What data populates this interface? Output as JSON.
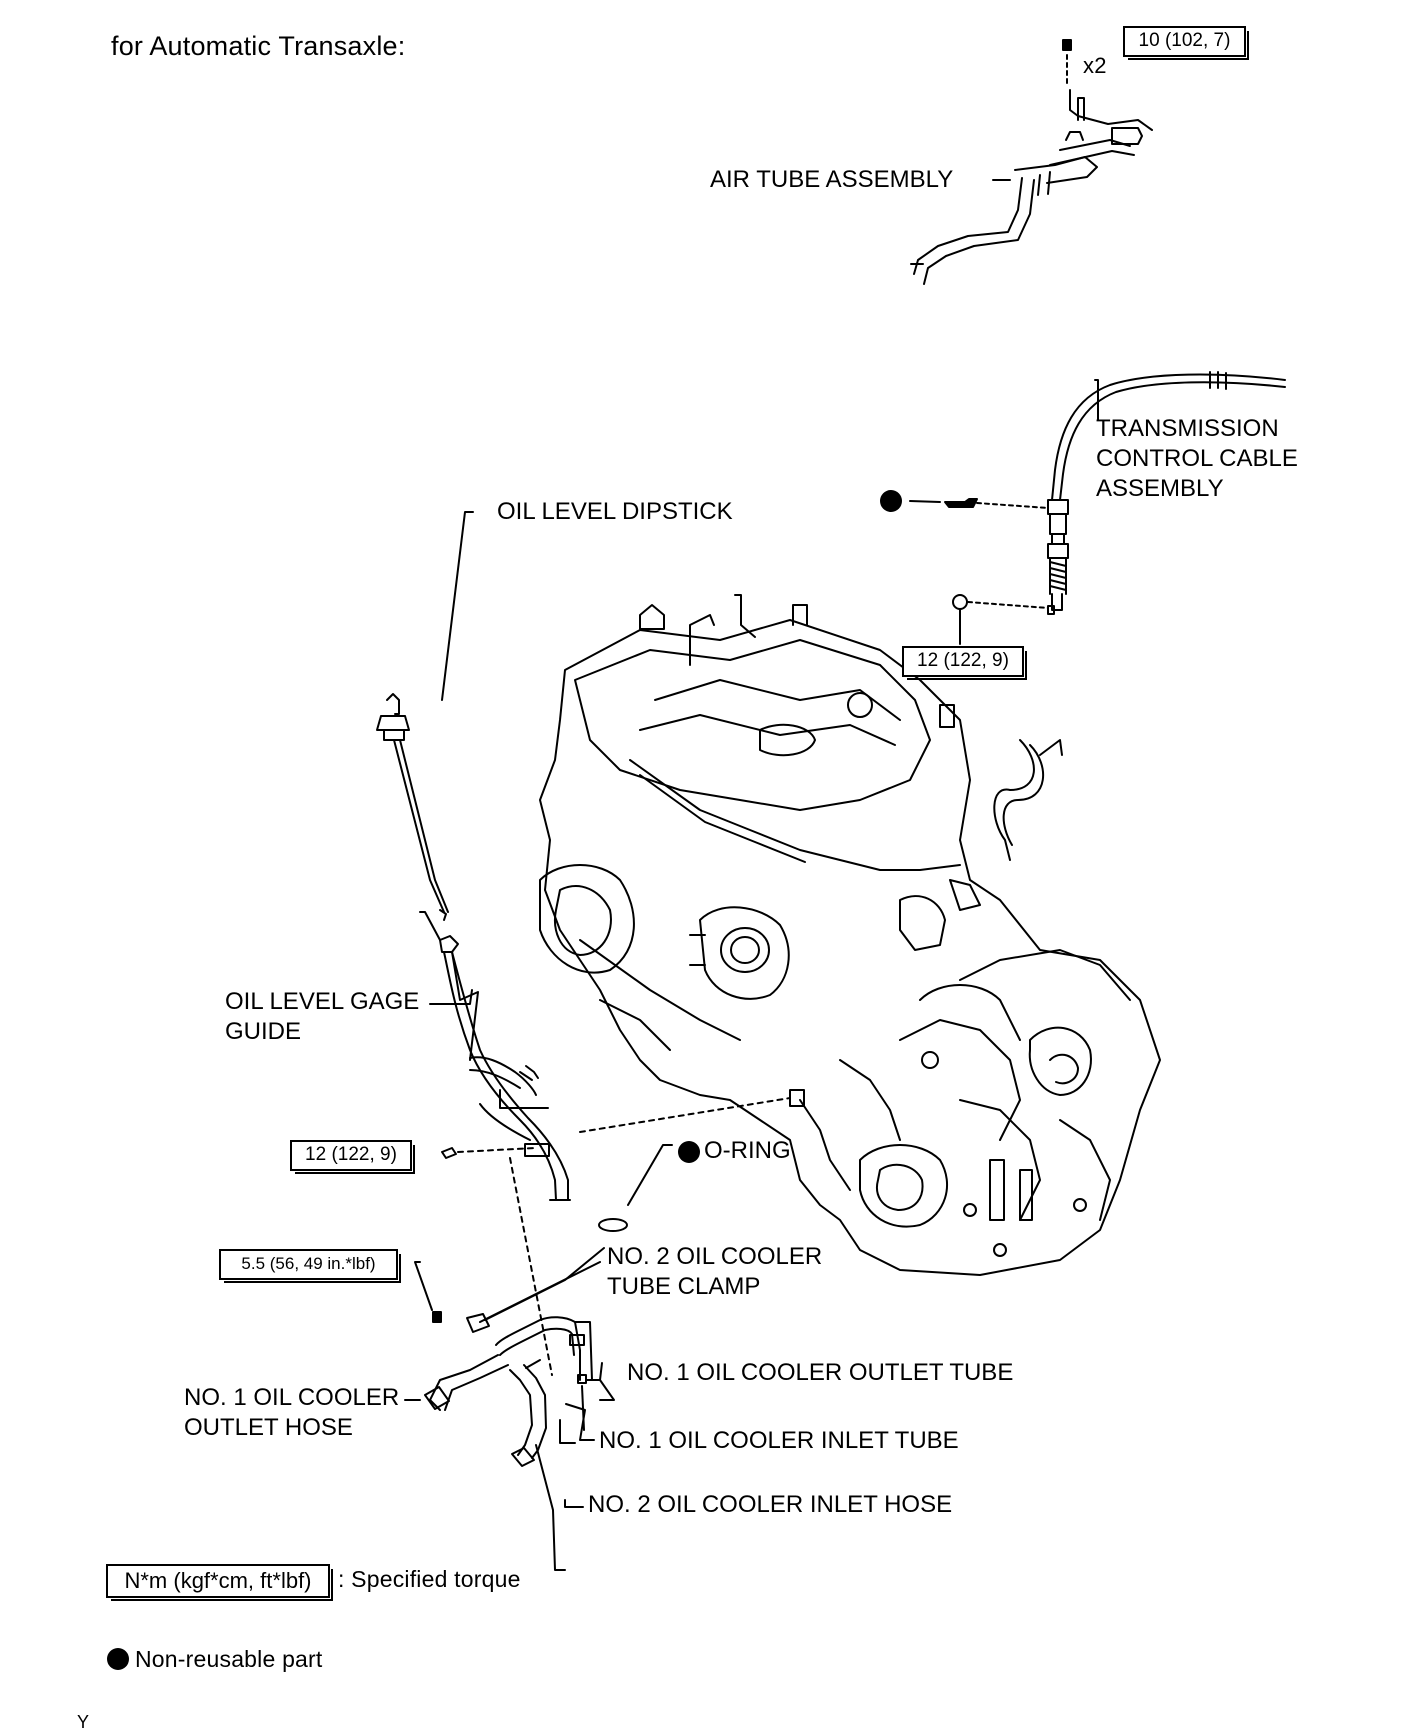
{
  "heading": "for Automatic Transaxle:",
  "torque_boxes": {
    "air_tube_bolt": "10 (102, 7)",
    "cable_nut": "12 (122, 9)",
    "gage_guide_bolt": "12 (122, 9)",
    "clamp_bolt": "5.5 (56, 49 in.*lbf)"
  },
  "quantity_marks": {
    "air_tube_bolt": "x2"
  },
  "labels": {
    "air_tube_assembly": "AIR TUBE ASSEMBLY",
    "transmission_control_cable": "TRANSMISSION\nCONTROL CABLE\nASSEMBLY",
    "oil_level_dipstick": "OIL LEVEL DIPSTICK",
    "oil_level_gage_guide": "OIL LEVEL GAGE\nGUIDE",
    "o_ring": "O-RING",
    "no2_oil_cooler_tube_clamp": "NO. 2 OIL COOLER\nTUBE CLAMP",
    "no1_oil_cooler_outlet_tube": "NO. 1 OIL COOLER OUTLET TUBE",
    "no1_oil_cooler_outlet_hose": "NO. 1 OIL COOLER\nOUTLET HOSE",
    "no1_oil_cooler_inlet_tube": "NO. 1 OIL COOLER INLET TUBE",
    "no2_oil_cooler_inlet_hose": "NO. 2 OIL COOLER INLET HOSE"
  },
  "legend": {
    "torque_unit_box": "N*m (kgf*cm, ft*lbf)",
    "torque_text": ": Specified torque",
    "nonreusable_text": "Non-reusable part"
  },
  "footer_code": "Y"
}
